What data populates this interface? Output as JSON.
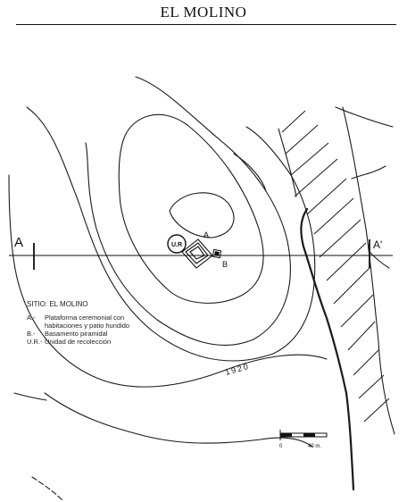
{
  "title": "EL MOLINO",
  "section": {
    "start_label": "A",
    "end_label": "A'"
  },
  "features": {
    "ur_label": "U.R",
    "a_label": "A",
    "b_label": "B"
  },
  "contour_label": "1920",
  "legend": {
    "site": "SITIO: EL MOLINO",
    "items": [
      {
        "key": "A.-",
        "text": "Plataforma ceremonial con habitaciones y patio hundido"
      },
      {
        "key": "B.-",
        "text": "Basamento piramidal"
      },
      {
        "key": "U.R.-",
        "text": "Unidad de recolección"
      }
    ]
  },
  "scale": {
    "start": "0",
    "end": "40 m."
  }
}
